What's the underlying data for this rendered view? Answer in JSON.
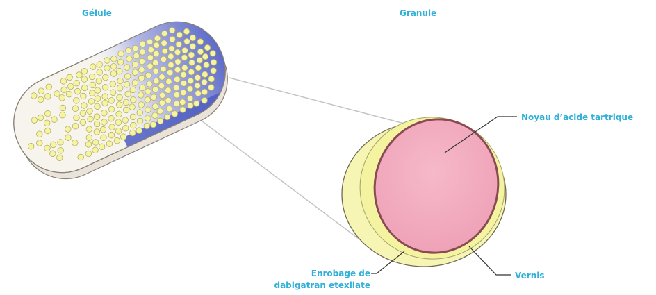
{
  "labels": {
    "gelule": "Gélule",
    "granule": "Granule",
    "noyau": "Noyau d’acide tartrique",
    "vernis": "Vernis",
    "enrobage_line1": "Enrobage de",
    "enrobage_line2": "dabigatran etexilate"
  },
  "colors": {
    "label_text": "#2fb0d8",
    "capsule_cap": "#4c5cc2",
    "capsule_body": "#f5f2ec",
    "pellet": "#f6f4a2",
    "pellet_outline": "#b5b060",
    "coating": "#f4f3a0",
    "varnish": "#8a4a52",
    "core": "#f2a6bb",
    "leader_line": "#333333",
    "zoom_line": "#bfbfbf"
  }
}
